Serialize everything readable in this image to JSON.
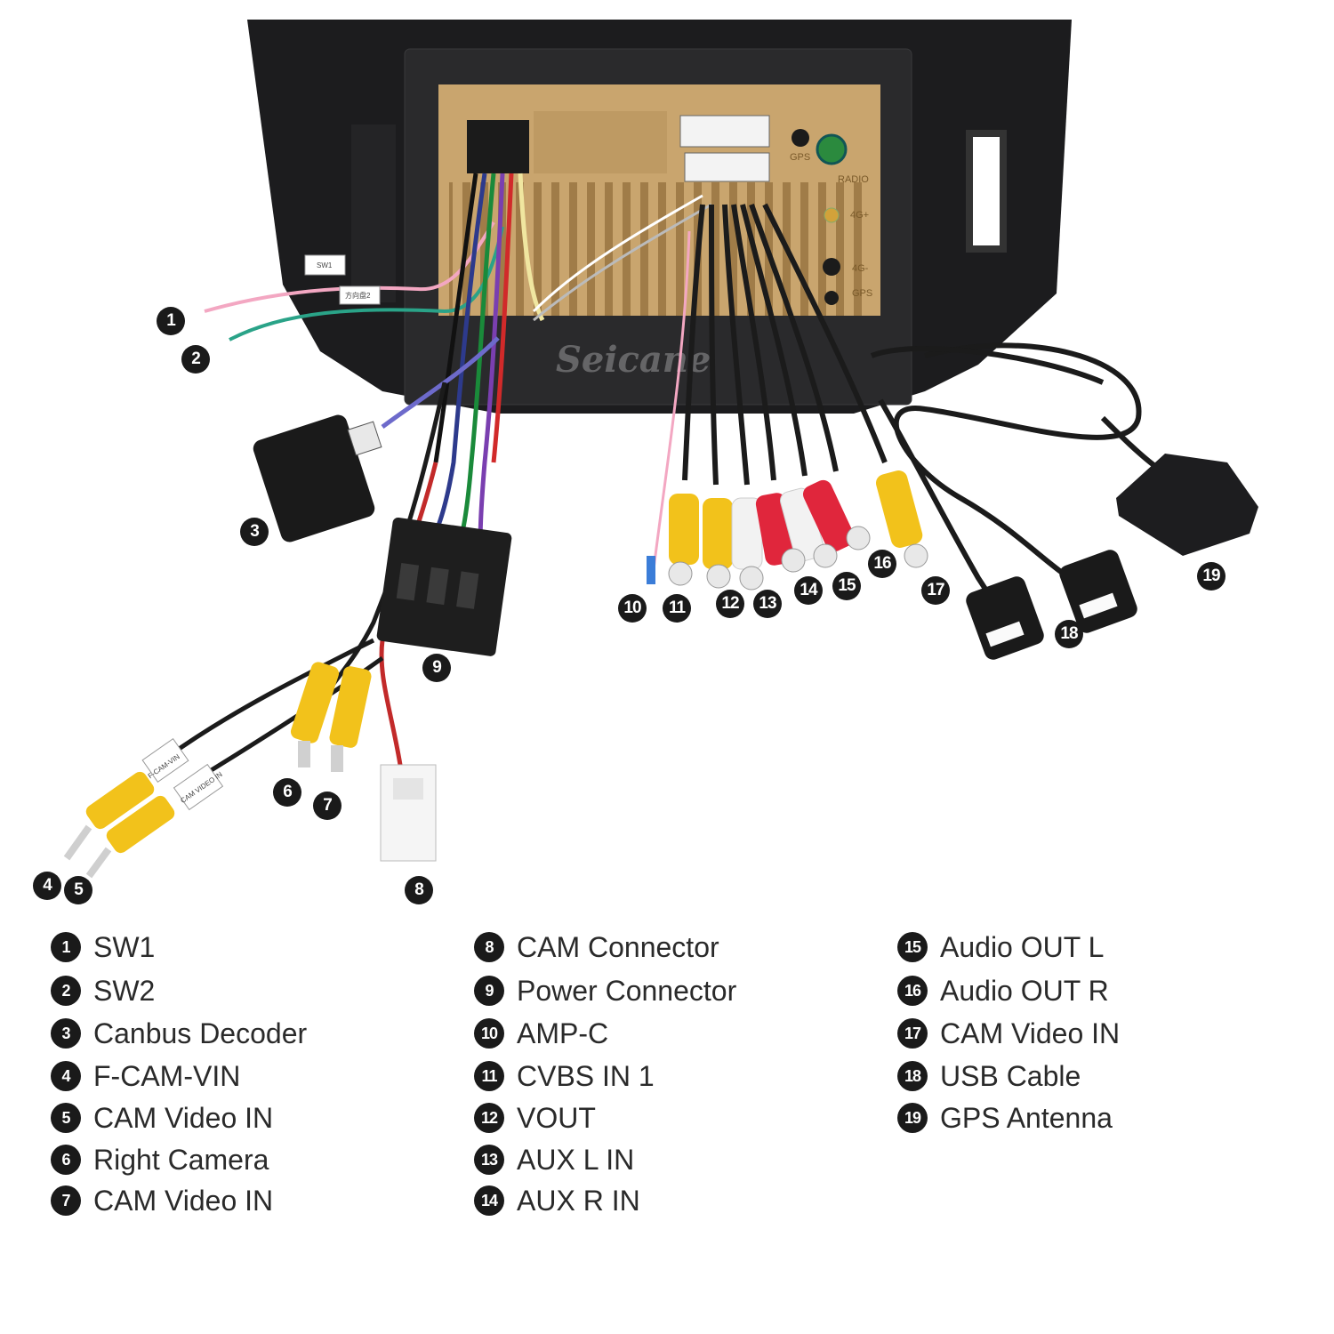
{
  "watermark": "Seicane",
  "unit_labels": {
    "gps_top": "GPS",
    "radio": "RADIO",
    "4g_plus": "4G+",
    "4g_minus": "4G-",
    "gps_bottom": "GPS"
  },
  "wire_tags": {
    "sw1": "SW1",
    "sw2": "方向盘2",
    "f_cam_vin": "F-CAM-VIN",
    "cam_video_in": "CAM VIDEO IN"
  },
  "callouts": [
    "1",
    "2",
    "3",
    "4",
    "5",
    "6",
    "7",
    "8",
    "9",
    "10",
    "11",
    "12",
    "13",
    "14",
    "15",
    "16",
    "17",
    "18",
    "19"
  ],
  "legend": {
    "col1": [
      {
        "num": "1",
        "label": "SW1"
      },
      {
        "num": "2",
        "label": "SW2"
      },
      {
        "num": "3",
        "label": "Canbus Decoder"
      },
      {
        "num": "4",
        "label": "F-CAM-VIN"
      },
      {
        "num": "5",
        "label": "CAM Video IN"
      },
      {
        "num": "6",
        "label": "Right Camera"
      },
      {
        "num": "7",
        "label": "CAM Video IN"
      }
    ],
    "col2": [
      {
        "num": "8",
        "label": "CAM Connector"
      },
      {
        "num": "9",
        "label": "Power Connector"
      },
      {
        "num": "10",
        "label": "AMP-C"
      },
      {
        "num": "11",
        "label": "CVBS IN 1"
      },
      {
        "num": "12",
        "label": "VOUT"
      },
      {
        "num": "13",
        "label": "AUX L IN"
      },
      {
        "num": "14",
        "label": "AUX R IN"
      }
    ],
    "col3": [
      {
        "num": "15",
        "label": "Audio OUT L"
      },
      {
        "num": "16",
        "label": "Audio OUT R"
      },
      {
        "num": "17",
        "label": "CAM Video IN"
      },
      {
        "num": "18",
        "label": "USB Cable"
      },
      {
        "num": "19",
        "label": "GPS Antenna"
      }
    ]
  },
  "colors": {
    "frame": "#1c1c1e",
    "chassis": "#c9a56e",
    "rca_yellow": "#f2c21b",
    "rca_white": "#f2f2f2",
    "rca_red": "#e0263c",
    "callout": "#1a1a1a"
  }
}
